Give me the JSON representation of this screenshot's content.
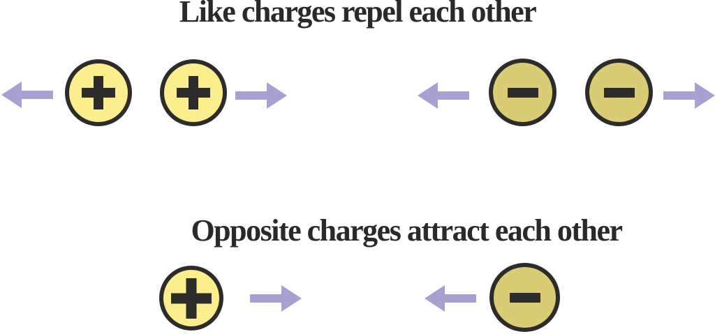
{
  "colors": {
    "background": "#ffffff",
    "ink": "#2b2a2a",
    "outline": "#2e2b2b",
    "positive_fill": "#fcee8c",
    "negative_fill": "#d9cc74",
    "arrow": "#a9a0d1"
  },
  "symbols": {
    "positive": "+",
    "negative": "−"
  },
  "sections": [
    {
      "id": "repel",
      "title": "Like charges repel each other",
      "groups": [
        {
          "charges": [
            "positive",
            "positive"
          ],
          "arrows": [
            "left",
            "right"
          ]
        },
        {
          "charges": [
            "negative",
            "negative"
          ],
          "arrows": [
            "left",
            "right"
          ]
        }
      ]
    },
    {
      "id": "attract",
      "title": "Opposite charges attract each other",
      "groups": [
        {
          "charges": [
            "positive"
          ],
          "arrows": [
            "right"
          ]
        },
        {
          "charges": [
            "negative"
          ],
          "arrows": [
            "left"
          ]
        }
      ]
    }
  ]
}
